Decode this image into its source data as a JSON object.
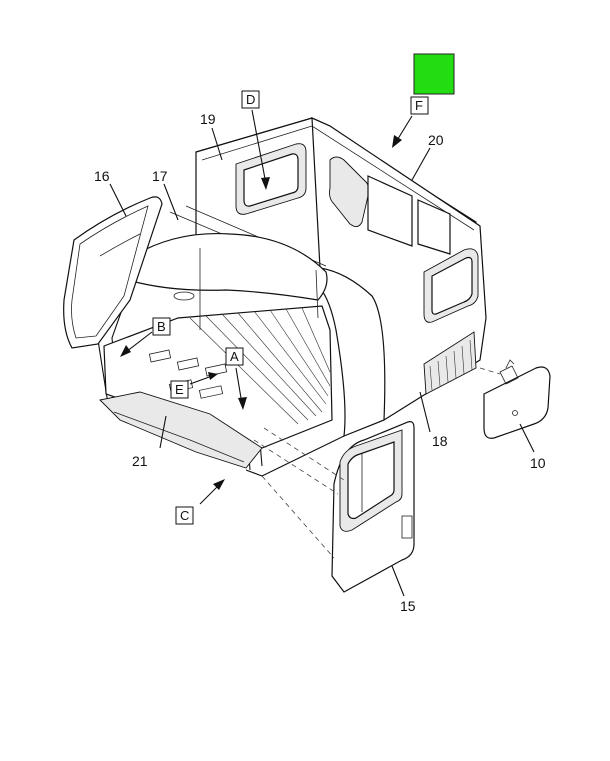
{
  "status_color": "#22dd11",
  "callouts": {
    "c10": "10",
    "c15": "15",
    "c16": "16",
    "c17": "17",
    "c18": "18",
    "c19": "19",
    "c20": "20",
    "c21": "21"
  },
  "view_labels": {
    "a": "A",
    "b": "B",
    "c": "C",
    "d": "D",
    "e": "E",
    "f": "F"
  }
}
